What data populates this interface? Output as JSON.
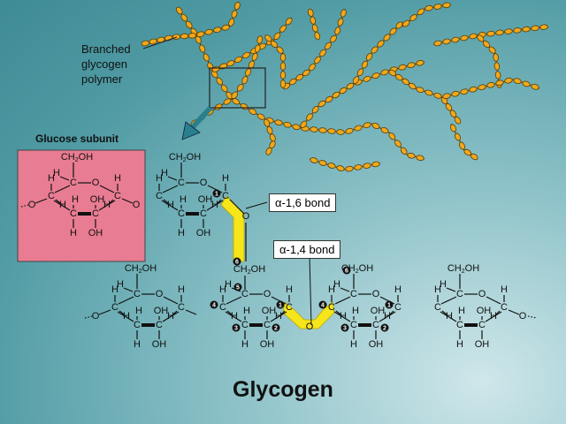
{
  "labels": {
    "polymer": "Branched glycogen polymer",
    "subunit": "Glucose subunit",
    "bond16": "α-1,6 bond",
    "bond14": "α-1,4 bond",
    "title": "Glycogen"
  },
  "colors": {
    "bead": "#f0a81c",
    "bead_stroke": "#5a3b00",
    "highlight": "#f5e51a",
    "subunit_box": "#e87c93"
  },
  "atoms": {
    "ch2oh": "CH2OH",
    "c": "C",
    "h": "H",
    "o": "O",
    "oh": "OH",
    "ch2": "CH2"
  },
  "carbon_numbers": [
    "1",
    "2",
    "3",
    "4",
    "5",
    "6"
  ],
  "icons": [
    "pointer-arrow-icon"
  ]
}
